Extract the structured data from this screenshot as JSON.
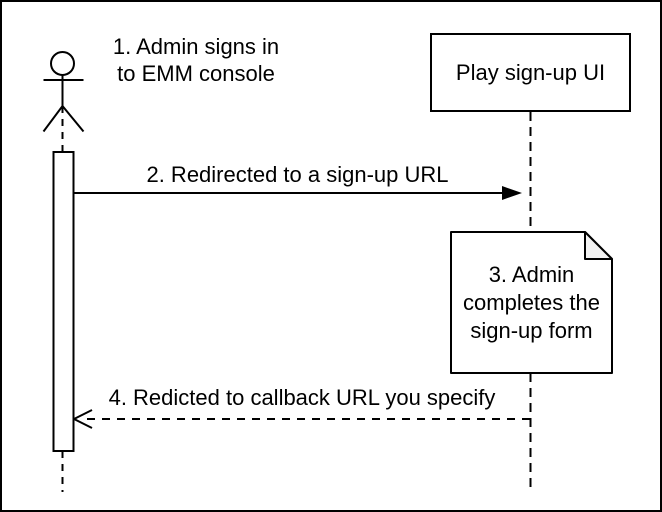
{
  "diagram": {
    "kind": "uml-sequence-diagram",
    "colors": {
      "stroke": "#000000",
      "background": "#ffffff",
      "note_fold": "#f2f2f2"
    },
    "icons": {
      "actor": "uml-actor-stick-figure",
      "message2_head": "filled-arrowhead",
      "message4_head": "open-arrowhead"
    },
    "participants": {
      "play_signup_ui": {
        "label": "Play sign-up UI"
      }
    },
    "messages": {
      "step1": {
        "line1": "1. Admin signs in",
        "line2": "to EMM console"
      },
      "step2": {
        "label": "2. Redirected to a sign-up URL"
      },
      "step3_note": {
        "line1": "3. Admin",
        "line2": "completes the",
        "line3": "sign-up form"
      },
      "step4": {
        "label": "4. Redicted to callback URL you specify"
      }
    }
  }
}
